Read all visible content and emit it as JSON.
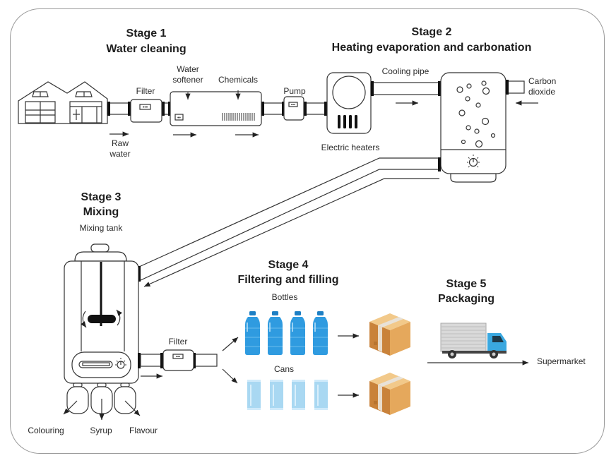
{
  "stages": [
    {
      "number": "Stage 1",
      "title": "Water cleaning"
    },
    {
      "number": "Stage 2",
      "title": "Heating evaporation and carbonation"
    },
    {
      "number": "Stage 3",
      "title": "Mixing"
    },
    {
      "number": "Stage 4",
      "title": "Filtering and filling"
    },
    {
      "number": "Stage 5",
      "title": "Packaging"
    }
  ],
  "labels": {
    "filter1": "Filter",
    "water": "Water",
    "softener": "softener",
    "chemicals": "Chemicals",
    "pump": "Pump",
    "raw": "Raw",
    "water2": "water",
    "cooling_pipe": "Cooling pipe",
    "electric_heaters": "Electric heaters",
    "carbon": "Carbon",
    "dioxide": "dioxide",
    "mixing_tank": "Mixing tank",
    "filter2": "Filter",
    "colouring": "Colouring",
    "syrup": "Syrup",
    "flavour": "Flavour",
    "bottles": "Bottles",
    "cans": "Cans",
    "supermarket": "Supermarket"
  },
  "colors": {
    "bottle": "#2f9be0",
    "bottle_cap": "#1d7fc4",
    "can": "#a9d8f2",
    "box": "#e5a85c",
    "box_dark": "#c9823a",
    "tape": "#e8e2d8",
    "truck_cab": "#3aa8e0",
    "truck_box": "#d9d9d9"
  }
}
